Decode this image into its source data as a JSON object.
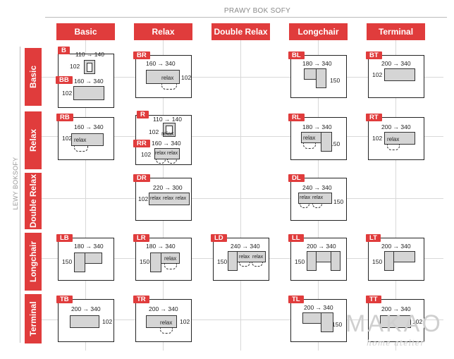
{
  "captions": {
    "top": "PRAWY BOK SOFY",
    "side": "LEWY BOKSOFY"
  },
  "columns": [
    "Basic",
    "Relax",
    "Double Relax",
    "Longchair",
    "Terminal"
  ],
  "rows": [
    "Basic",
    "Relax",
    "Double Relax",
    "Longchair",
    "Terminal"
  ],
  "relax_word": "relax",
  "cells": {
    "B": {
      "tag": "B",
      "width": "110 → 140",
      "depth": "102"
    },
    "BB": {
      "tag": "BB",
      "width": "160 → 340",
      "depth": "102"
    },
    "BR": {
      "tag": "BR",
      "width": "160 → 340",
      "depth": "102"
    },
    "BL": {
      "tag": "BL",
      "width": "180 → 340",
      "depth": "150"
    },
    "BT": {
      "tag": "BT",
      "width": "200 → 340",
      "depth": "102"
    },
    "RB": {
      "tag": "RB",
      "width": "160 → 340",
      "depth": "102"
    },
    "R": {
      "tag": "R",
      "width": "110 → 140",
      "depth": "102"
    },
    "RR": {
      "tag": "RR",
      "width": "160 → 340",
      "depth": "102"
    },
    "RL": {
      "tag": "RL",
      "width": "180 → 340",
      "depth": "150"
    },
    "RT": {
      "tag": "RT",
      "width": "200 → 340",
      "depth": "102"
    },
    "DR": {
      "tag": "DR",
      "width": "220 → 300",
      "depth": "102"
    },
    "DL": {
      "tag": "DL",
      "width": "240 → 340",
      "depth": "150"
    },
    "LB": {
      "tag": "LB",
      "width": "180 → 340",
      "depth": "150"
    },
    "LR": {
      "tag": "LR",
      "width": "180 → 340",
      "depth": "150"
    },
    "LD": {
      "tag": "LD",
      "width": "240 → 340",
      "depth": "150"
    },
    "LL": {
      "tag": "LL",
      "width": "200 → 340",
      "depth": "150"
    },
    "LT": {
      "tag": "LT",
      "width": "200 → 340",
      "depth": "150"
    },
    "TB": {
      "tag": "TB",
      "width": "200 → 340",
      "depth": "102"
    },
    "TR": {
      "tag": "TR",
      "width": "200 → 340",
      "depth": "102"
    },
    "TL": {
      "tag": "TL",
      "width": "200 → 340",
      "depth": "150"
    },
    "TT": {
      "tag": "TT",
      "width": "200 → 340",
      "depth": "102"
    }
  },
  "logo": {
    "main": "MAKAO",
    "sub": "home atelier"
  }
}
